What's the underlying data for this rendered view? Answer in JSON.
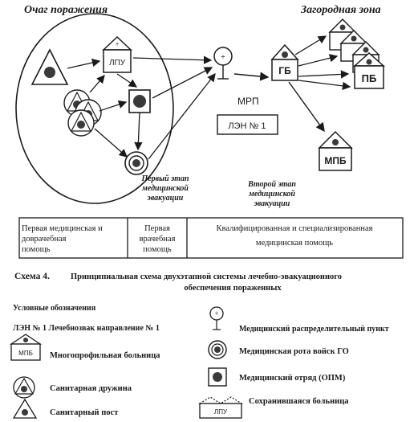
{
  "top": {
    "zone_left": "Очаг поражения",
    "zone_right": "Загородная зона"
  },
  "nodes": {
    "lpu": "ЛПУ",
    "mrp": "МРП",
    "len": "ЛЭН № 1",
    "gb": "ГБ",
    "pb": "ПБ",
    "mpb": "МПБ"
  },
  "stages": {
    "first_line1": "Первый этап",
    "first_line2": "медицинской",
    "first_line3": "эвакуации",
    "second_line1": "Второй этап",
    "second_line2": "медицинской",
    "second_line3": "эвакуации"
  },
  "care_table": {
    "col1_line1": "Первая медицинская и",
    "col1_line2": "доврачебная",
    "col1_line3": "помощь",
    "col2_line1": "Первая",
    "col2_line2": "врачебная",
    "col2_line3": "помощь",
    "col3_line1": "Квалифицированная и специализированная",
    "col3_line2": "медицинская помощь"
  },
  "caption": {
    "label": "Схема 4.",
    "line1": "Принципиальная схема двухэтапной системы лечебно-эвакуационного",
    "line2": "обеспечения пораженных"
  },
  "legend": {
    "title": "Условные обозначения",
    "len_text": "ЛЭН № 1 Лечебнозвак направление № 1",
    "mpb_icon": "МПБ",
    "mpb_text": "Многопрофильная больница",
    "druzhina_text": "Санитарная дружина",
    "post_text": "Санитарный пост",
    "mrp_text": "Медицинский распределительный пункт",
    "rota_text": "Медицинская рота  войск ГО",
    "otryad_text": "Медицинский отряд   (ОПМ)",
    "lpu_icon": "ЛПУ",
    "lpu_text": "Сохранившаяся больница"
  }
}
